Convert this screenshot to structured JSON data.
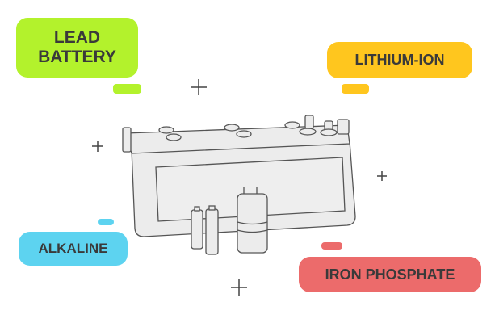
{
  "labels": {
    "lead": {
      "text": "LEAD BATTERY",
      "line1": "LEAD",
      "line2": "BATTERY",
      "color": "#b3f22c"
    },
    "lithium": {
      "text": "LITHIUM-ION",
      "color": "#ffc61e"
    },
    "alkaline": {
      "text": "ALKALINE",
      "color": "#5dd3f0"
    },
    "iron": {
      "text": "IRON PHOSPHATE",
      "color": "#ec6b6b"
    }
  }
}
